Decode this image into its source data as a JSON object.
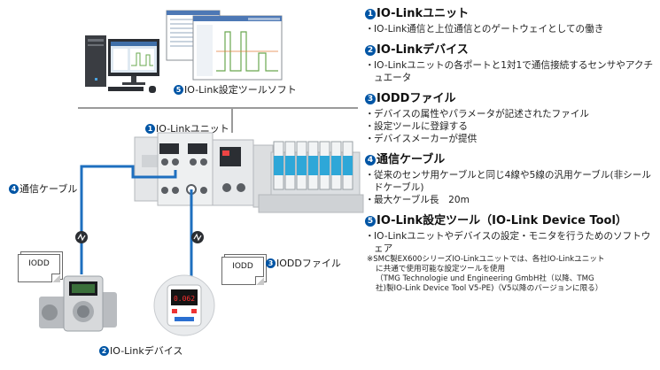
{
  "diagram": {
    "labels": {
      "software": "IO-Link設定ツールソフト",
      "unit": "IO-Linkユニット",
      "cable": "通信ケーブル",
      "iodd_file": "IODDファイル",
      "device": "IO-Linkデバイス"
    },
    "numbers": {
      "software": "5",
      "unit": "1",
      "cable": "4",
      "iodd_file": "3",
      "device": "2"
    },
    "doc_icon_text": "IODD",
    "display_digits": "0.062",
    "colors": {
      "accent": "#0055a5",
      "cable": "#1e6fbf",
      "line": "#9a9a9a",
      "valve": "#2ea7d8"
    }
  },
  "sections": [
    {
      "number": "1",
      "title": "IO-Linkユニット",
      "items": [
        "IO-Link通信と上位通信とのゲートウェイとしての働き"
      ]
    },
    {
      "number": "2",
      "title": "IO-Linkデバイス",
      "items": [
        "IO-Linkユニットの各ポートと1対1で通信接続するセンサやアクチュエータ"
      ]
    },
    {
      "number": "3",
      "title": "IODDファイル",
      "items": [
        "デバイスの属性やパラメータが記述されたファイル",
        "設定ツールに登録する",
        "デバイスメーカーが提供"
      ]
    },
    {
      "number": "4",
      "title": "通信ケーブル",
      "items": [
        "従来のセンサ用ケーブルと同じ4線や5線の汎用ケーブル(非シールドケーブル)",
        "最大ケーブル長　20m"
      ]
    },
    {
      "number": "5",
      "title": "IO-Link設定ツール（IO-Link Device Tool）",
      "items": [
        "IO-Linkユニットやデバイスの設定・モニタを行うためのソフトウェア"
      ]
    }
  ],
  "note": {
    "lines": [
      "※SMC製EX600シリーズIO-Linkユニットでは、各社IO-Linkユニット",
      "に共通で使用可能な設定ツールを使用",
      "（TMG Technologie und Engineering GmbH社（以降、TMG",
      "社)製IO-Link Device Tool V5-PE)（V5以降のバージョンに限る）"
    ]
  }
}
